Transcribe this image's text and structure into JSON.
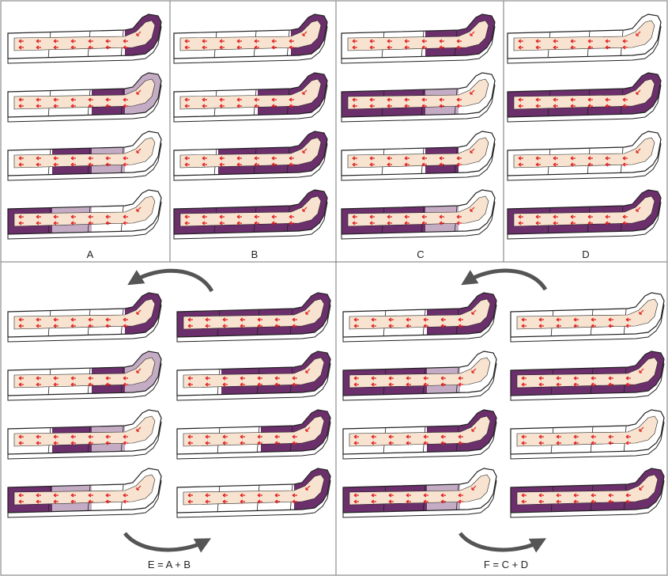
{
  "colors": {
    "cuff_inflated": "#6b2f6b",
    "cuff_empty": "#ffffff",
    "leg_skin": "#f7e3cf",
    "flow_arrow": "#e02020",
    "outline": "#222222",
    "cycle_arrow": "#555555"
  },
  "panels": [
    {
      "label": "A",
      "stages": [
        {
          "cuffs": [
            0,
            0,
            0,
            1
          ]
        },
        {
          "cuffs": [
            0,
            0,
            1,
            0.4
          ]
        },
        {
          "cuffs": [
            0,
            1,
            0.4,
            0
          ]
        },
        {
          "cuffs": [
            1,
            0.4,
            0,
            0
          ]
        }
      ]
    },
    {
      "label": "B",
      "stages": [
        {
          "cuffs": [
            0,
            0,
            0,
            1
          ]
        },
        {
          "cuffs": [
            0,
            0,
            1,
            1
          ]
        },
        {
          "cuffs": [
            0,
            1,
            1,
            1
          ]
        },
        {
          "cuffs": [
            1,
            1,
            1,
            1
          ]
        }
      ]
    },
    {
      "label": "C",
      "stages": [
        {
          "cuffs": [
            0,
            0,
            1,
            1
          ]
        },
        {
          "cuffs": [
            1,
            1,
            0.4,
            0
          ]
        },
        {
          "cuffs": [
            0,
            0,
            1,
            0
          ]
        },
        {
          "cuffs": [
            1,
            1,
            0.4,
            0
          ]
        }
      ]
    },
    {
      "label": "D",
      "stages": [
        {
          "cuffs": [
            0,
            0,
            0,
            0
          ]
        },
        {
          "cuffs": [
            1,
            1,
            1,
            1
          ]
        },
        {
          "cuffs": [
            0,
            0,
            0,
            0
          ]
        },
        {
          "cuffs": [
            1,
            1,
            1,
            1
          ]
        }
      ]
    }
  ],
  "combined": [
    {
      "label": "E = A + B",
      "left": [
        {
          "cuffs": [
            0,
            0,
            0,
            1
          ]
        },
        {
          "cuffs": [
            0,
            0,
            1,
            0.4
          ]
        },
        {
          "cuffs": [
            0,
            1,
            0.4,
            0
          ]
        },
        {
          "cuffs": [
            1,
            0.4,
            0,
            0
          ]
        }
      ],
      "right": [
        {
          "cuffs": [
            1,
            1,
            1,
            1
          ]
        },
        {
          "cuffs": [
            0,
            1,
            1,
            1
          ]
        },
        {
          "cuffs": [
            0,
            0,
            1,
            1
          ]
        },
        {
          "cuffs": [
            0,
            0,
            0,
            1
          ]
        }
      ]
    },
    {
      "label": "F = C + D",
      "left": [
        {
          "cuffs": [
            0,
            0,
            1,
            1
          ]
        },
        {
          "cuffs": [
            1,
            1,
            0.4,
            0
          ]
        },
        {
          "cuffs": [
            0,
            0,
            1,
            1
          ]
        },
        {
          "cuffs": [
            1,
            1,
            0.4,
            0
          ]
        }
      ],
      "right": [
        {
          "cuffs": [
            0,
            0,
            0,
            0
          ]
        },
        {
          "cuffs": [
            1,
            1,
            1,
            1
          ]
        },
        {
          "cuffs": [
            0,
            0,
            0,
            0
          ]
        },
        {
          "cuffs": [
            1,
            1,
            1,
            1
          ]
        }
      ]
    }
  ]
}
